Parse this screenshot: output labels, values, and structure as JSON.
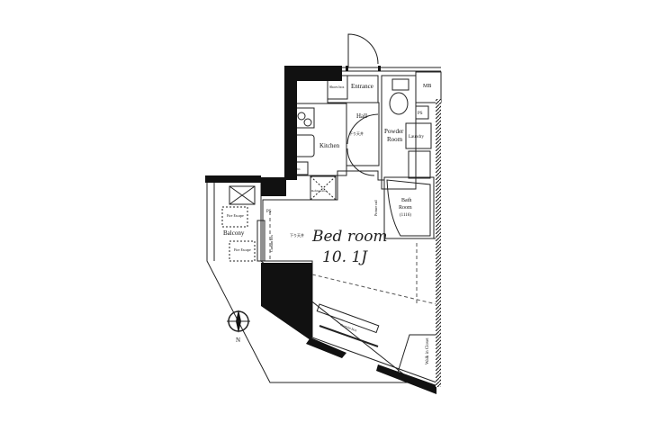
{
  "plan": {
    "rooms": {
      "bedroom": "Bed room",
      "bedroom_size": "10. 1J",
      "entrance": "Entrance",
      "shoes_box": "Shoes box",
      "hall": "Hall",
      "kitchen": "Kitchen",
      "powder_room_1": "Powder",
      "powder_room_2": "Room",
      "laundry": "Laundry",
      "bath_1": "Bath",
      "bath_2": "Room",
      "bath_3": "(1116)",
      "balcony": "Balcony",
      "mb": "MB",
      "ps": "PS",
      "storage": "Sto.",
      "walk_in_closet": "Walk in Closet"
    },
    "notes": {
      "lowered_ceiling": "下り天井",
      "curtain_box": "Curtain box",
      "picture_rail": "Picture rail",
      "refrigerator": "Refrigerator",
      "fire_escape": "Fire Escape"
    },
    "compass": "N"
  },
  "colors": {
    "wall": "#111111",
    "line": "#222222",
    "dash": "#555555"
  }
}
